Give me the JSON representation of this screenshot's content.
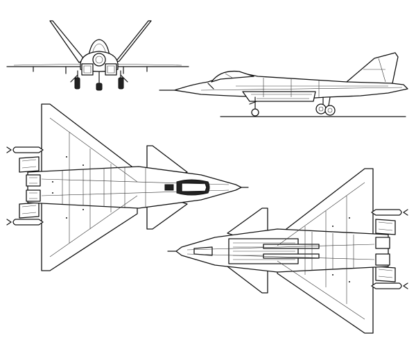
{
  "drawing": {
    "views": [
      "front",
      "side",
      "top",
      "bottom"
    ],
    "colors": {
      "line": "#111111",
      "background": "#ffffff",
      "fill": "#ffffff"
    }
  }
}
